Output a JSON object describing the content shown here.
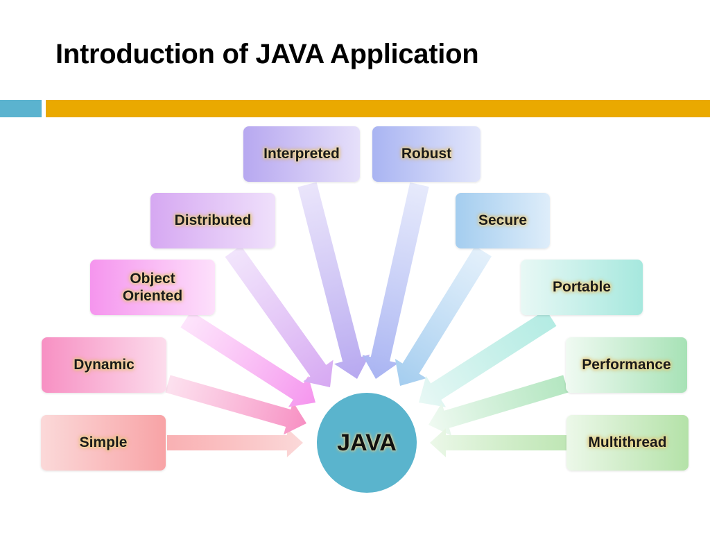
{
  "title": "Introduction of JAVA Application",
  "hub": {
    "label": "JAVA"
  },
  "features": [
    {
      "id": "simple",
      "label": "Simple",
      "color_from": "#fbd9d9",
      "color_to": "#f8a3a6"
    },
    {
      "id": "dynamic",
      "label": "Dynamic",
      "color_from": "#f790c3",
      "color_to": "#fcdcec"
    },
    {
      "id": "object-oriented",
      "label": "Object\nOriented",
      "color_from": "#f595ee",
      "color_to": "#fde0fb"
    },
    {
      "id": "distributed",
      "label": "Distributed",
      "color_from": "#d6a8f2",
      "color_to": "#efe0fb"
    },
    {
      "id": "interpreted",
      "label": "Interpreted",
      "color_from": "#b7a8f0",
      "color_to": "#e6e0fa"
    },
    {
      "id": "robust",
      "label": "Robust",
      "color_from": "#a9b4f2",
      "color_to": "#e2e6fb"
    },
    {
      "id": "secure",
      "label": "Secure",
      "color_from": "#a4cdef",
      "color_to": "#deedfa"
    },
    {
      "id": "portable",
      "label": "Portable",
      "color_from": "#e8f8f5",
      "color_to": "#a6e8de"
    },
    {
      "id": "performance",
      "label": "Performance",
      "color_from": "#f0faf2",
      "color_to": "#a7e2b6"
    },
    {
      "id": "multithread",
      "label": "Multithread",
      "color_from": "#ecf8e9",
      "color_to": "#b4e2a8"
    }
  ]
}
